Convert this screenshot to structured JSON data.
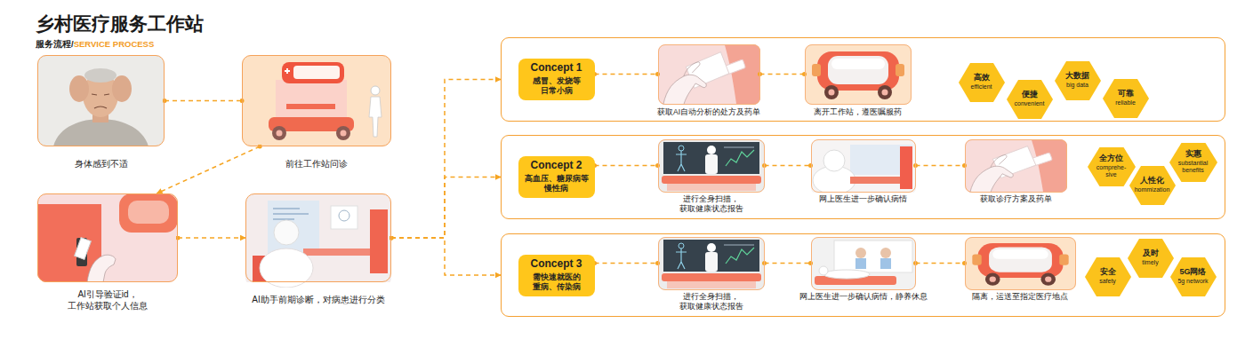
{
  "diagram": {
    "title": "乡村医疗服务工作站",
    "nodes": [
      {
        "text": [
          "身体感到不适"
        ]
      },
      {
        "text": [
          "前往工作站问诊"
        ]
      },
      {
        "text": [
          "AI引导验证id， 工作站获取个人信息"
        ]
      },
      {
        "text": [
          "AI助手前期诊断，对病患进行分类"
        ]
      },
      {
        "text": []
      },
      {
        "text": [
          "Concept 1",
          "感冒、发烧等 日常小病"
        ],
        "in": 4
      },
      {
        "text": [
          "获取AI自动分析的处方及药单"
        ],
        "in": 4
      },
      {
        "text": [
          "离开工作站，遵医嘱服药"
        ],
        "in": 4
      },
      {
        "text": [
          "高效",
          "efficient"
        ],
        "in": 4
      },
      {
        "text": [
          "便捷",
          "convenient"
        ],
        "in": 4
      },
      {
        "text": [
          "大数据",
          "big data"
        ],
        "in": 4
      },
      {
        "text": [
          "可靠",
          "reliable"
        ],
        "in": 4
      },
      {
        "text": []
      },
      {
        "text": [
          "Concept 2",
          "高血压、糖尿病等 慢性病"
        ],
        "in": 12
      },
      {
        "text": [
          "进行全身扫描， 获取健康状态报告"
        ],
        "in": 12
      },
      {
        "text": [
          "网上医生进一步确认病情"
        ],
        "in": 12
      },
      {
        "text": [
          "获取诊疗方案及药单"
        ],
        "in": 12
      },
      {
        "text": [
          "全方位",
          "comprehe- sive"
        ],
        "in": 12
      },
      {
        "text": [
          "实惠",
          "substantial benefits"
        ],
        "in": 12
      },
      {
        "text": [
          "人性化",
          "hommization"
        ],
        "in": 12
      },
      {
        "text": []
      },
      {
        "text": [
          "Concept 3",
          "需快速就医的 重病、传染病"
        ],
        "in": 20
      },
      {
        "text": [
          "进行全身扫描， 获取健康状态报告"
        ],
        "in": 20
      },
      {
        "text": [
          "网上医生进一步确认病情，静养休息"
        ],
        "in": 20
      },
      {
        "text": [
          "隔离，运送至指定医疗地点"
        ],
        "in": 20
      },
      {
        "text": [
          "安全",
          "safety"
        ],
        "in": 20
      },
      {
        "text": [
          "及时",
          "timely"
        ],
        "in": 20
      },
      {
        "text": [
          "5G网络",
          "5g network"
        ],
        "in": 20
      }
    ],
    "edges": [
      {
        "from": 0,
        "to": 1,
        "arrow": "none"
      },
      {
        "from": 1,
        "to": 2,
        "arrow": "to"
      },
      {
        "from": 2,
        "to": 3,
        "arrow": "to"
      },
      {
        "from": 3,
        "to": 4,
        "arrow": "to"
      },
      {
        "from": 3,
        "to": 12,
        "arrow": "to"
      },
      {
        "from": 3,
        "to": 20,
        "arrow": "to"
      },
      {
        "from": 5,
        "to": 6,
        "arrow": "none"
      },
      {
        "from": 6,
        "to": 7,
        "arrow": "none"
      },
      {
        "from": 13,
        "to": 14,
        "arrow": "none"
      },
      {
        "from": 14,
        "to": 15,
        "arrow": "none"
      },
      {
        "from": 15,
        "to": 16,
        "arrow": "none"
      },
      {
        "from": 21,
        "to": 22,
        "arrow": "none"
      },
      {
        "from": 22,
        "to": 23,
        "arrow": "none"
      },
      {
        "from": 23,
        "to": 24,
        "arrow": "none"
      }
    ],
    "labels": [
      "服务流程/",
      "SERVICE PROCESS"
    ]
  }
}
